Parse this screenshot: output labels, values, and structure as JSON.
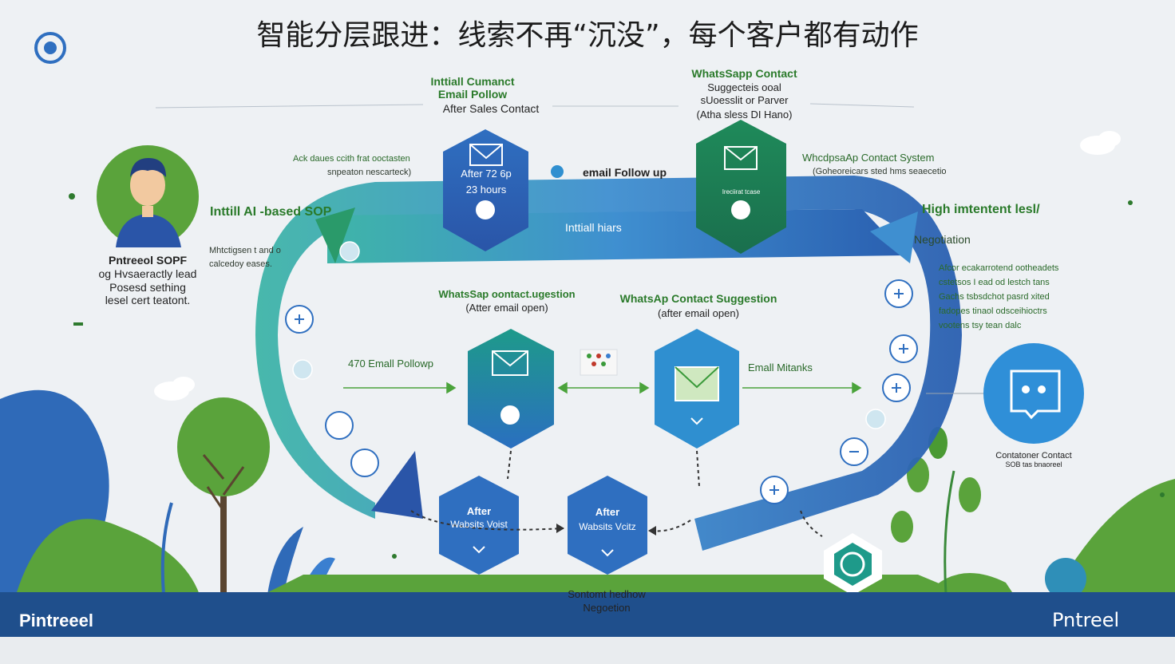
{
  "title": "智能分层跟进：线索不再“沉没”，每个客户都有动作",
  "brand": {
    "name": "Pintreeel",
    "accent": "#1f4f8c",
    "green": "#3a9a3a",
    "blue": "#2f6fc0"
  },
  "top_left": {
    "line1": "Inttiall Cumanct",
    "line2": "Email Pollow",
    "line3": "After Sales Contact"
  },
  "top_right": {
    "line1": "WhatsSapp Contact",
    "line2": "Suggecteis ooal",
    "line3": "sUoesslit or Parver",
    "line4": "(Atha sless DI Hano)"
  },
  "left_note": {
    "line1": "Ack daues ccith frat ooctasten",
    "line2": "snpeaton nescarteck)"
  },
  "email_followup_label": "email Follow up",
  "right_note": {
    "line1": "WhcdpsaAp Contact System",
    "line2": "(Goheoreicars sted hms seaecetio"
  },
  "hex_email_top": {
    "line1": "After 72 6p",
    "line2": "23 hours"
  },
  "hex_whatsapp_top": {
    "caption": "Ireciirat tcase"
  },
  "arc_label": "Inttiall hiars",
  "persona": {
    "line1": "Pntreeol SOPF",
    "line2": "og Hvsaeractly lead",
    "line3": "Posesd sething",
    "line4": "lesel cert teatont."
  },
  "sop_label": "Inttill AI -based SOP",
  "sop_note": {
    "line1": "Mhtctigsen t and o",
    "line2": "calcedoy eases."
  },
  "high_intent": "High imtentent lesl/",
  "negotiation": "Negotiation",
  "right_desc": [
    "Afcor ecakarrotend ootheadets",
    "cstetsos I ead od lestch tans",
    "Gachs tsbsdchot pasrd xited",
    "fadopes tinaol odsceihioctrs",
    "vootens tsy tean dalc"
  ],
  "contact_caption": {
    "line1": "Contatoner Contact",
    "line2": "SOB tas bnaoreel"
  },
  "center_left": {
    "line1": "WhatsSap oontact.ugestion",
    "line2": "(Atter email open)"
  },
  "center_right": {
    "line1": "WhatsAp Contact Suggestion",
    "line2": "(after email open)"
  },
  "email_70": "470 Emall Pollowp",
  "email_mounts": "Emall Mitanks",
  "hex_after_1": {
    "line1": "After",
    "line2": "Wabsits Voist"
  },
  "hex_after_2": {
    "line1": "After",
    "line2": "Wabsits Vcitz"
  },
  "bottom": {
    "line1": "Sontomt hedhow",
    "line2": "Negoetion"
  },
  "footer_left": "Pintreeel",
  "footer_right": "Pntreel"
}
